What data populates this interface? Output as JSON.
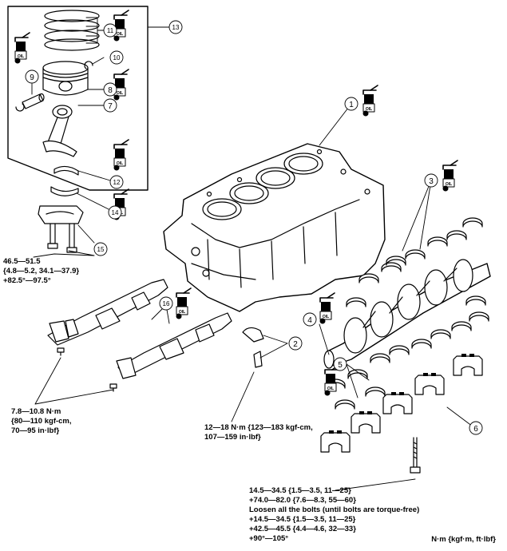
{
  "callouts": {
    "c1": "1",
    "c2": "2",
    "c3": "3",
    "c4": "4",
    "c5": "5",
    "c6": "6",
    "c7": "7",
    "c8": "8",
    "c9": "9",
    "c10": "10",
    "c11": "11",
    "c12": "12",
    "c13": "13",
    "c14": "14",
    "c15": "15",
    "c16": "16"
  },
  "oil_label": "OIL",
  "specs": {
    "conrod_bolt": [
      "46.5—51.5",
      "{4.8—5.2, 34.1—37.9}",
      "+82.5°—97.5°"
    ],
    "balancer_bolt": [
      "7.8—10.8 N·m",
      "{80—110 kgf-cm,",
      "70—95 in·lbf}"
    ],
    "jet_bolt": [
      "12—18 N·m {123—183 kgf-cm,",
      "107—159 in·lbf}"
    ],
    "main_bolt": [
      "14.5—34.5 {1.5—3.5, 11—25}",
      "+74.0—82.0 {7.6—8.3, 55—60}",
      "Loosen all the bolts (until bolts are torque-free)",
      "+14.5—34.5 {1.5—3.5, 11—25}",
      "+42.5—45.5 {4.4—4.6, 32—33}",
      "+90°—105°"
    ]
  },
  "units": "N·m {kgf·m, ft·lbf}"
}
